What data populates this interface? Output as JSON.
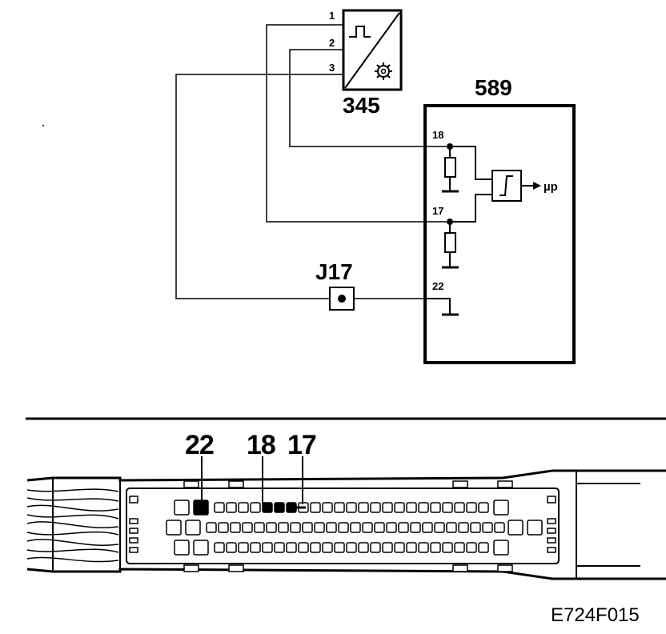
{
  "sensor": {
    "id": "345",
    "pins": [
      "1",
      "2",
      "3"
    ]
  },
  "control_unit": {
    "id": "589",
    "pins": {
      "p18": "18",
      "p17": "17",
      "p22": "22"
    },
    "output": "µp"
  },
  "ground_point": {
    "id": "J17"
  },
  "connector": {
    "labels": {
      "a": "22",
      "b": "18",
      "c": "17"
    }
  },
  "figure_code": "E724F015"
}
